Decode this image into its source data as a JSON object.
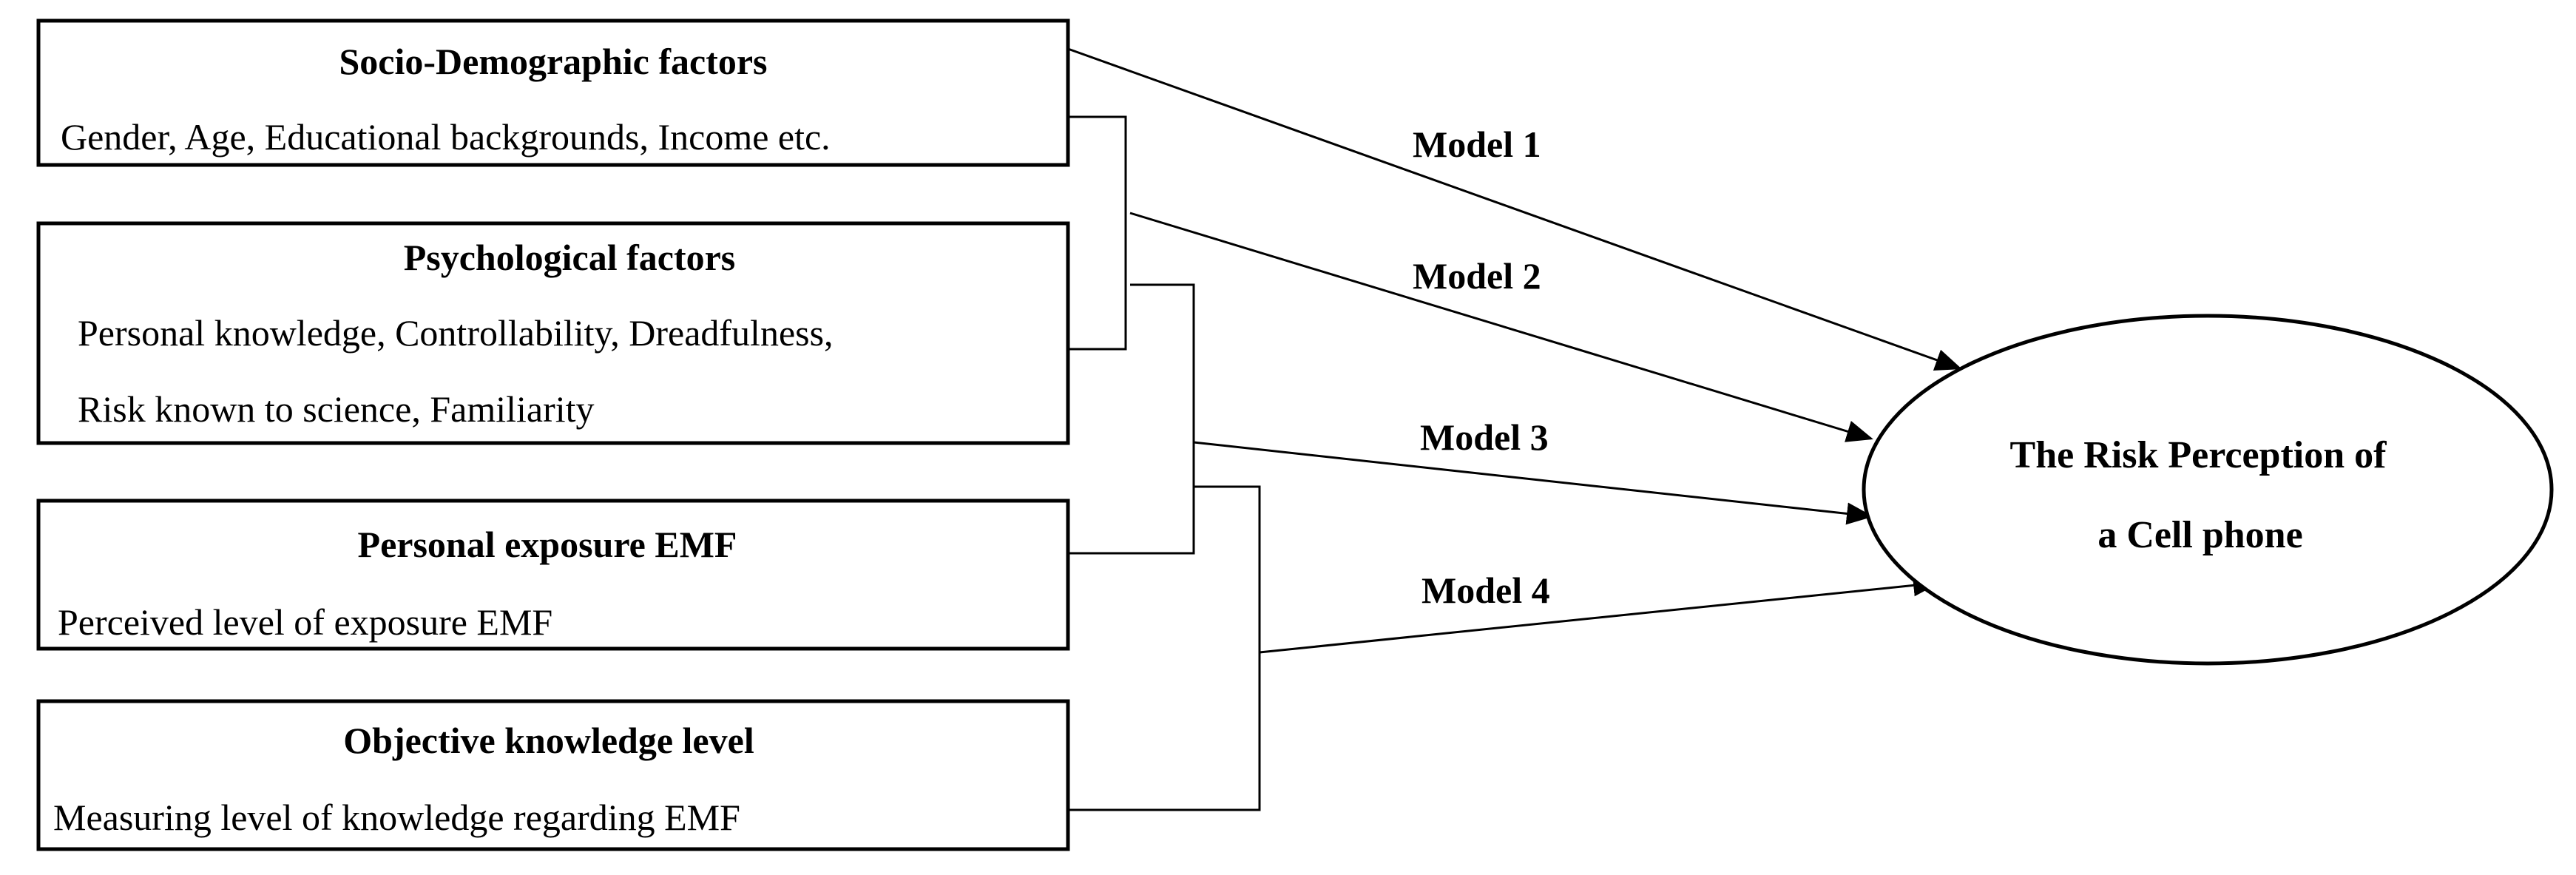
{
  "boxes": {
    "socio": {
      "title": "Socio-Demographic factors",
      "line1": "Gender, Age, Educational backgrounds, Income etc."
    },
    "psych": {
      "title": "Psychological factors",
      "line1": "Personal knowledge, Controllability, Dreadfulness,",
      "line2": "Risk known to science, Familiarity"
    },
    "exposure": {
      "title": "Personal exposure EMF",
      "line1": "Perceived level of exposure EMF"
    },
    "objective": {
      "title": "Objective knowledge level",
      "line1": "Measuring level of knowledge regarding EMF"
    }
  },
  "models": {
    "m1": "Model 1",
    "m2": "Model 2",
    "m3": "Model 3",
    "m4": "Model 4"
  },
  "outcome": {
    "line1": "The Risk Perception of",
    "line2": "a Cell phone"
  }
}
